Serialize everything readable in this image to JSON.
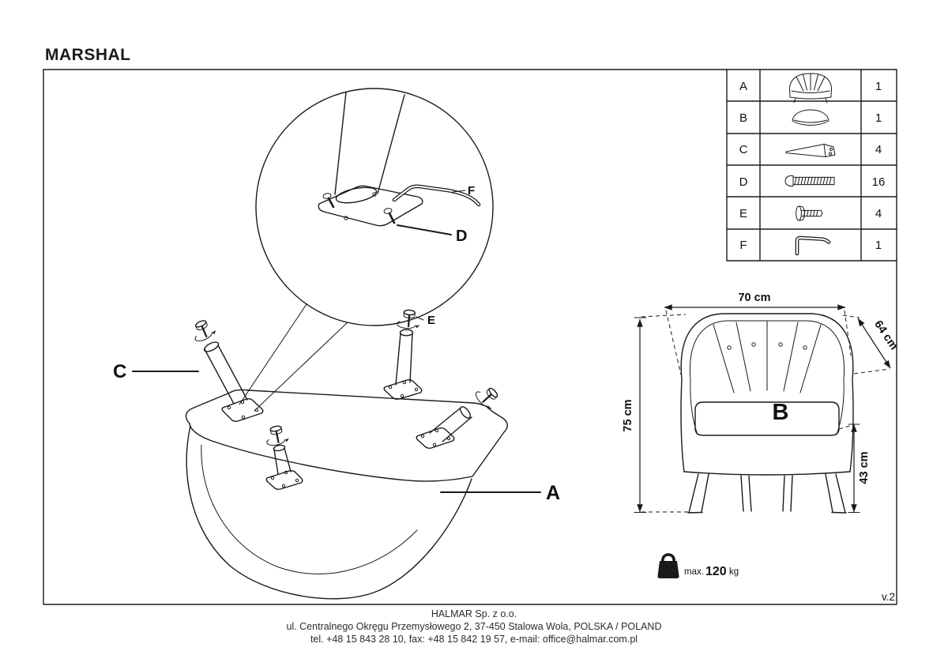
{
  "title": "MARSHAL",
  "version": "v.2",
  "parts_table": {
    "rows": [
      {
        "part": "A",
        "icon": "armchair",
        "qty": "1"
      },
      {
        "part": "B",
        "icon": "seat-cushion",
        "qty": "1"
      },
      {
        "part": "C",
        "icon": "chair-leg",
        "qty": "4"
      },
      {
        "part": "D",
        "icon": "bolt",
        "qty": "16"
      },
      {
        "part": "E",
        "icon": "screw",
        "qty": "4"
      },
      {
        "part": "F",
        "icon": "allen-key",
        "qty": "1"
      }
    ]
  },
  "callouts": {
    "a": "A",
    "c": "C",
    "d": "D",
    "e": "E",
    "f": "F"
  },
  "dimensions": {
    "width": "70 cm",
    "depth": "64 cm",
    "height": "75 cm",
    "seat_height": "43 cm",
    "seat_label": "B"
  },
  "weight_limit": {
    "prefix": "max.",
    "value": "120",
    "unit": "kg"
  },
  "footer": {
    "company": "HALMAR Sp. z o.o.",
    "address": "ul. Centralnego Okręgu Przemysłowego 2, 37-450 Stalowa Wola, POLSKA / POLAND",
    "contact": "tel. +48 15 843 28 10, fax: +48 15 842 19 57, e-mail: office@halmar.com.pl"
  }
}
